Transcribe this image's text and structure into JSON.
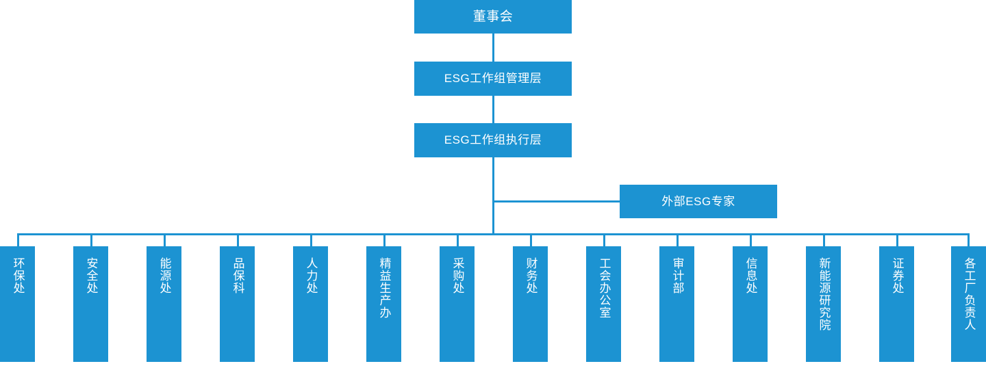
{
  "diagram": {
    "title_top": "董事会",
    "management": "ESG工作组管理层",
    "execution": "ESG工作组执行层",
    "external_advisor": "外部ESG专家",
    "accent_color": "#1c93d2",
    "text_color": "#ffffff",
    "background_color": "#ffffff"
  },
  "departments": [
    {
      "label": "环保处"
    },
    {
      "label": "安全处"
    },
    {
      "label": "能源处"
    },
    {
      "label": "品保科"
    },
    {
      "label": "人力处"
    },
    {
      "label": "精益生产办"
    },
    {
      "label": "采购处"
    },
    {
      "label": "财务处"
    },
    {
      "label": "工会办公室"
    },
    {
      "label": "审计部"
    },
    {
      "label": "信息处"
    },
    {
      "label": "新能源研究院"
    },
    {
      "label": "证券处"
    },
    {
      "label": "各工厂负责人"
    }
  ]
}
